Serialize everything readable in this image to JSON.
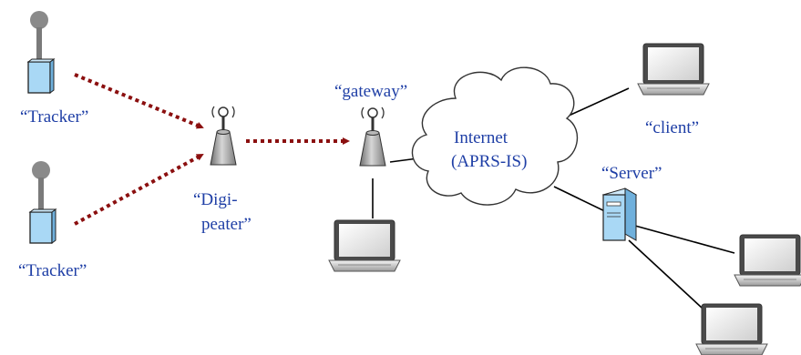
{
  "labels": {
    "tracker_top": "“Tracker”",
    "tracker_bottom": "“Tracker”",
    "digipeater_line1": "“Digi-",
    "digipeater_line2": "peater”",
    "gateway": "“gateway”",
    "internet_line1": "Internet",
    "internet_line2": "(APRS-IS)",
    "client": "“client”",
    "server": "“Server”"
  },
  "colors": {
    "label_text": "#1f3fa6",
    "radio_link": "#8b0f0f",
    "device_blue": "#a9d8f5",
    "antenna_gray": "#7a7a7a",
    "wire": "#000000"
  },
  "icons": [
    "tracker-icon",
    "digipeater-icon",
    "gateway-icon",
    "cloud-icon",
    "laptop-icon",
    "server-icon"
  ]
}
